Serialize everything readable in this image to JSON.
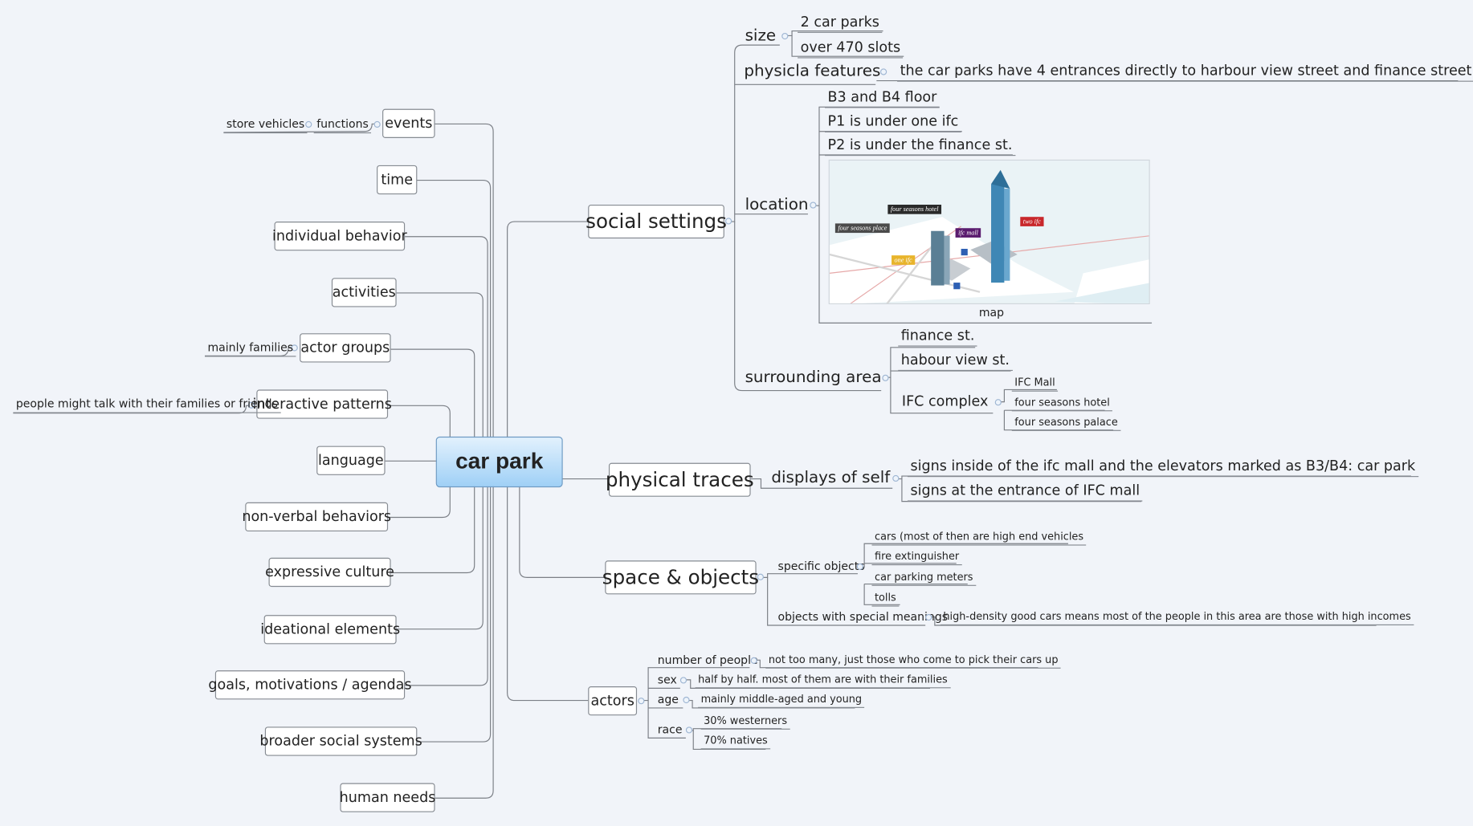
{
  "central": "car park",
  "left": {
    "events": "events",
    "events_functions": "functions",
    "events_store": "store vehicles",
    "time": "time",
    "individual_behavior": "individual behavior",
    "activities": "activities",
    "actor_groups": "actor groups",
    "actor_groups_detail": "mainly families",
    "interactive_patterns": "interactive patterns",
    "interactive_detail": "people might talk with their families or friends",
    "language": "language",
    "non_verbal": "non-verbal behaviors",
    "expressive_culture": "expressive culture",
    "ideational_elements": "ideational elements",
    "goals": "goals, motivations / agendas",
    "broader_social": "broader social systems",
    "human_needs": "human needs"
  },
  "social_settings": {
    "label": "social settings",
    "size": "size",
    "size_items": [
      "2 car parks",
      "over 470 slots"
    ],
    "physical_features": "physicla features",
    "physical_features_detail": "the car parks have 4 entrances directly to harbour view street and finance street",
    "location": "location",
    "location_items": [
      "B3 and B4 floor",
      "P1 is under one ifc",
      "P2 is under the finance st."
    ],
    "map_caption": "map",
    "map_labels": [
      "four seasons hotel",
      "four seasons place",
      "ifc mall",
      "two ifc",
      "one ifc"
    ],
    "surrounding": "surrounding area",
    "surrounding_items": [
      "finance st.",
      "habour view st."
    ],
    "ifc_complex": "IFC complex",
    "ifc_items": [
      "IFC Mall",
      "four seasons hotel",
      "four seasons palace"
    ]
  },
  "physical_traces": {
    "label": "physical traces",
    "displays": "displays of self",
    "display_items": [
      "signs inside of the ifc mall and the elevators marked as B3/B4: car park",
      "signs at the entrance of IFC mall"
    ]
  },
  "space_objects": {
    "label": "space & objects",
    "specific": "specific objects",
    "specific_items": [
      "cars (most of then are high end vehicles",
      "fire extinguisher",
      "car parking meters",
      "tolls"
    ],
    "special": "objects with special meanings",
    "special_detail": "high-density good cars means most of the people in this area are those with high incomes"
  },
  "actors": {
    "label": "actors",
    "number": "number of people",
    "number_detail": "not too many, just those who come to pick their cars up",
    "sex": "sex",
    "sex_detail": "half by half. most of them are with their families",
    "age": "age",
    "age_detail": "mainly middle-aged and young",
    "race": "race",
    "race_items": [
      "30% westerners",
      "70% natives"
    ]
  },
  "colors": {
    "central_top": "#e2f1fd",
    "central_bottom": "#9fd0f6",
    "line": "#7b7f86",
    "background": "#f1f4f9"
  }
}
